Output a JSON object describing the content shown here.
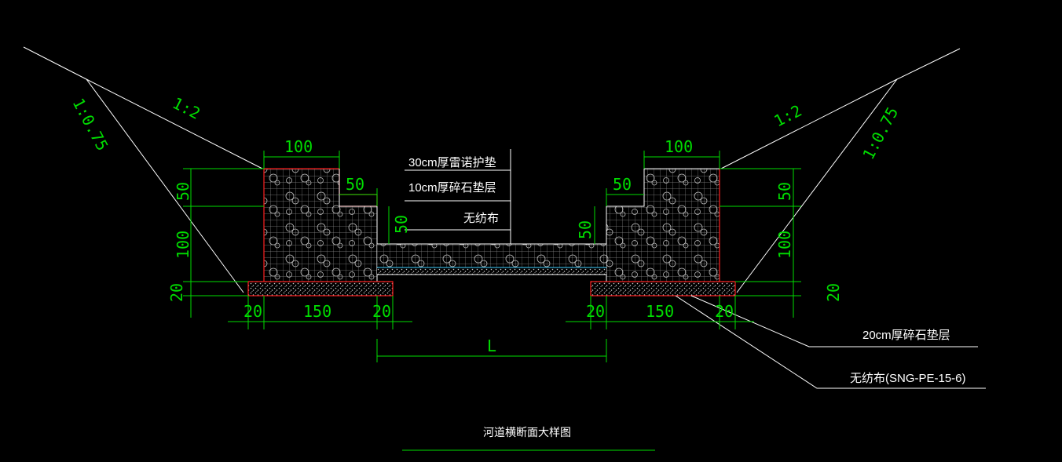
{
  "title": "河道横断面大样图",
  "layers": {
    "top_mattress": "30cm厚雷诺护垫",
    "gravel_layer": "10cm厚碎石垫层",
    "geotextile": "无纺布"
  },
  "callouts": {
    "base_gravel": "20cm厚碎石垫层",
    "base_geotextile": "无纺布(SNG-PE-15-6)"
  },
  "slopes": {
    "left_outer": "1:0.75",
    "left_inner": "1:2",
    "right_inner": "1:2",
    "right_outer": "1:0.75"
  },
  "dimensions": {
    "top_width": "100",
    "step_width": "50",
    "upper_height": "50",
    "lower_height": "100",
    "base_height": "20",
    "base_left": "20",
    "base_mid": "150",
    "base_right": "20",
    "bed_height": "50",
    "channel_width": "L"
  },
  "colors": {
    "background": "#000000",
    "linework": "#ffffff",
    "dimension": "#00dd00",
    "gabion_outline": "#ff2020",
    "filter_line": "#40d0ff"
  }
}
